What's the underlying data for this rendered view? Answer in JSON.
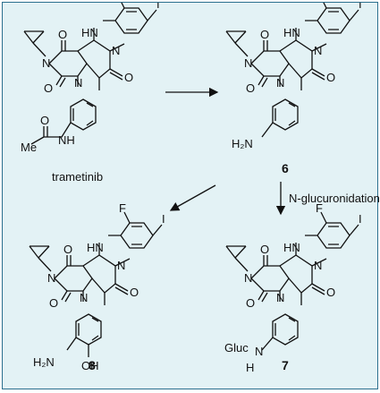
{
  "compounds": {
    "trametinib": {
      "label": "trametinib"
    },
    "c6": {
      "number": "6"
    },
    "c8": {
      "number": "8"
    },
    "c7": {
      "number": "7"
    }
  },
  "arrows": {
    "down_label": "N-glucuronidation"
  },
  "atoms": {
    "F": "F",
    "I": "I",
    "HN": "HN",
    "N": "N",
    "O": "O",
    "H": "H",
    "Me": "Me",
    "NH": "NH",
    "H2N": "H₂N",
    "OH": "OH",
    "Gluc": "Gluc"
  }
}
